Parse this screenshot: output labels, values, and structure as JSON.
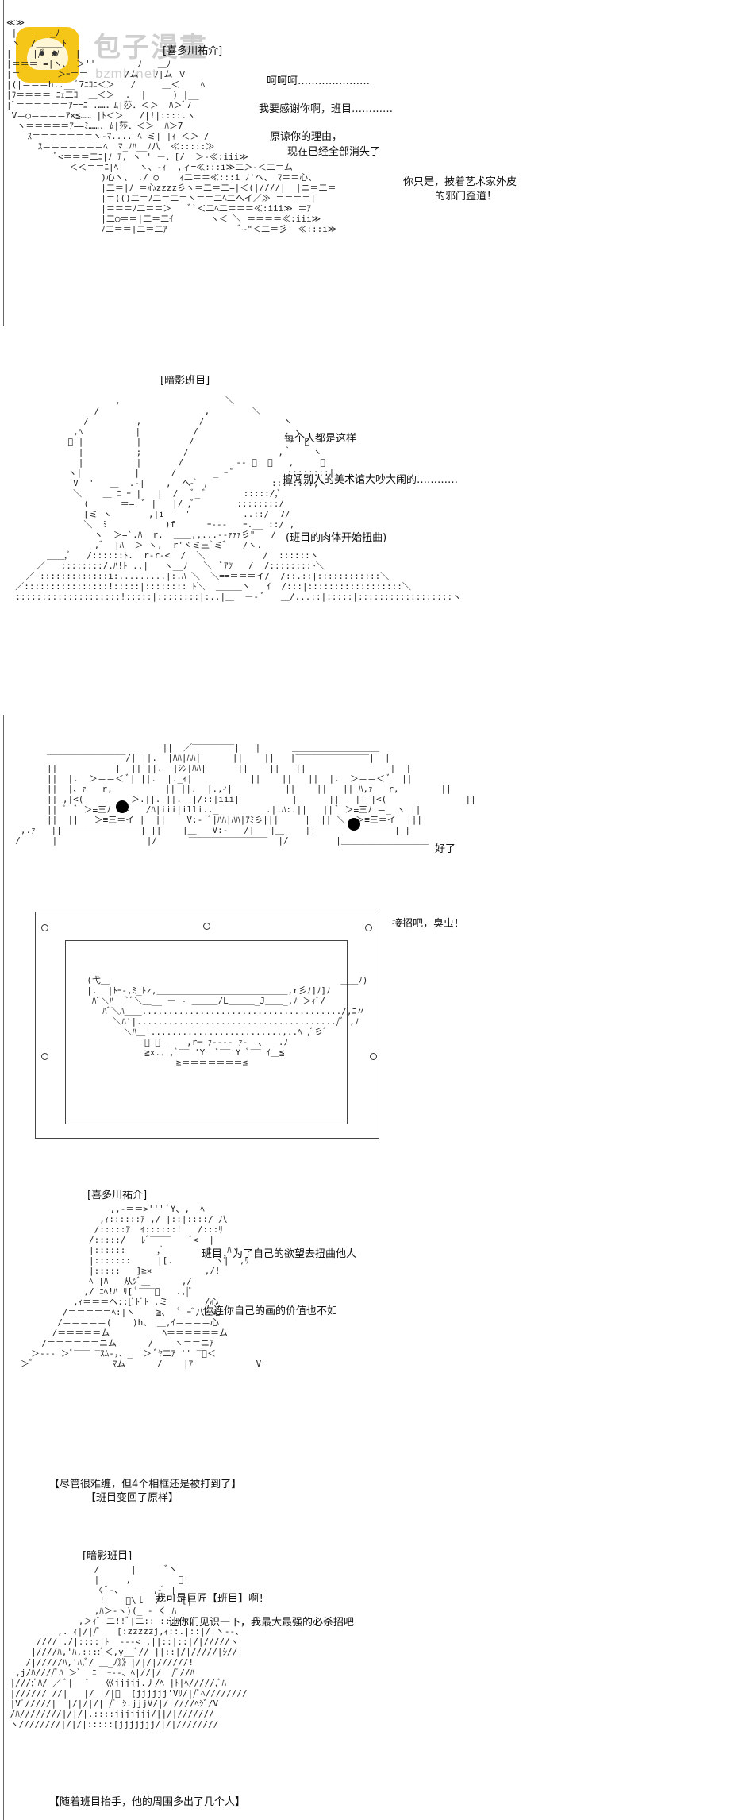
{
  "watermark": {
    "title": "包子漫畫",
    "subtitle": "bzmh.net"
  },
  "panel1": {
    "speaker": "[喜多川祐介]",
    "lines": [
      "呵呵呵…………………",
      "我要感谢你啊，班目…………",
      "原谅你的理由，",
      "现在已经全部消失了",
      "你只是，披着艺术家外皮",
      "的邪门歪道！"
    ]
  },
  "panel2": {
    "speaker": "[暗影班目]",
    "lines": [
      "每个人都是这样",
      "擅闯别人的美术馆大吵大闹的…………",
      "(班目的肉体开始扭曲)"
    ]
  },
  "panel3": {
    "lines": [
      "好了"
    ]
  },
  "panel4": {
    "lines": [
      "接招吧，臭虫！"
    ]
  },
  "panel5": {
    "speaker": "[喜多川祐介]",
    "lines": [
      "班目，为了自己的欲望去扭曲他人",
      "你连你自己的画的价值也不如"
    ]
  },
  "narration": {
    "lines": [
      "【尽管很难缠，但4个相框还是被打到了】",
      "【班目变回了原样】"
    ]
  },
  "panel6": {
    "speaker": "[暗影班目]",
    "lines": [
      "我可是巨匠【班目】啊！",
      "让你们见识一下，我最大最强的必杀招吧",
      "【随着班目抬手，他的周围多出了几个人】"
    ]
  }
}
